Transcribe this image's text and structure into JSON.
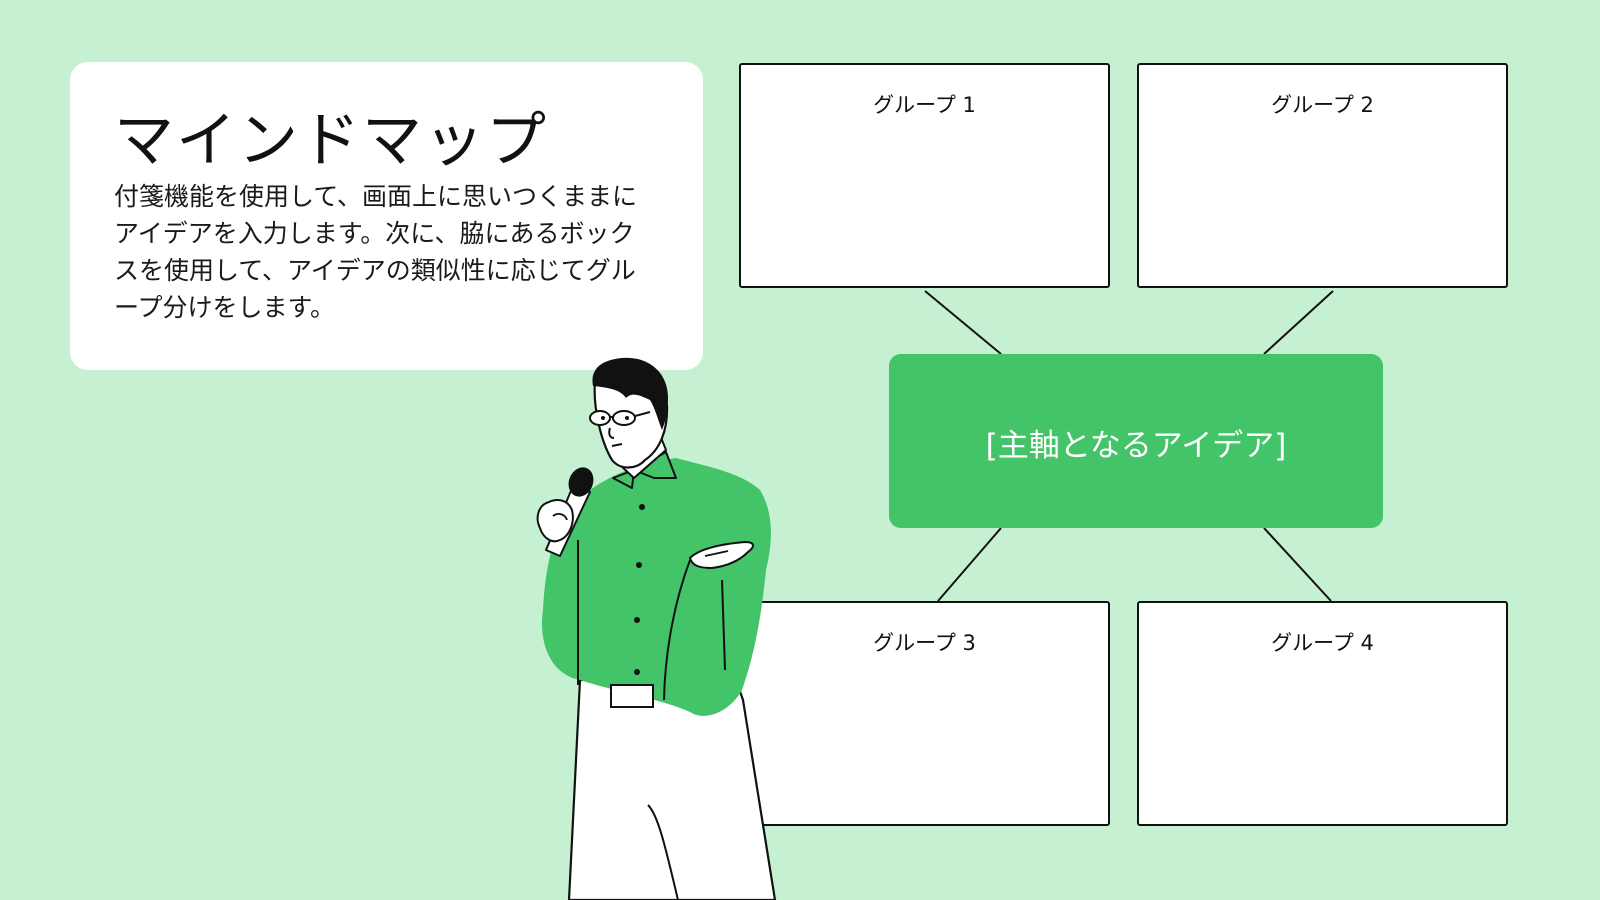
{
  "title": "マインドマップ",
  "description": "付箋機能を使用して、画面上に思いつくままにアイデアを入力します。次に、脇にあるボックスを使用して、アイデアの類似性に応じてグループ分けをします。",
  "center_idea": "[主軸となるアイデア]",
  "groups": [
    "グループ 1",
    "グループ 2",
    "グループ 3",
    "グループ 4"
  ],
  "colors": {
    "background": "#c6f0d2",
    "accent_green": "#44c468",
    "card": "#ffffff",
    "outline": "#111111"
  },
  "illustration": "presenter-with-microphone-icon"
}
